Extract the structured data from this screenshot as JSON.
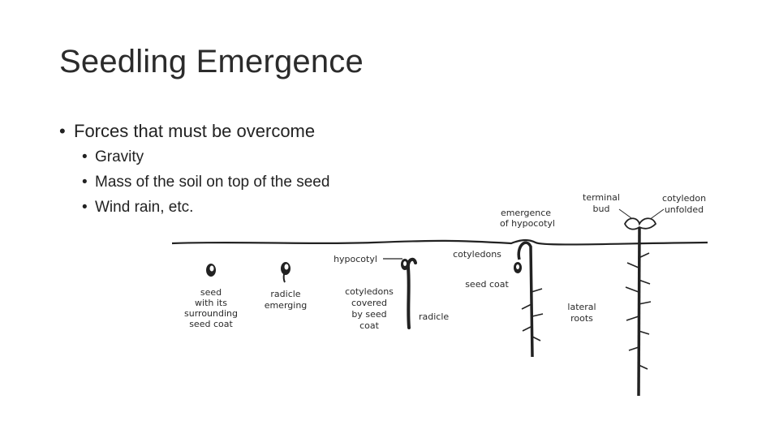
{
  "slide": {
    "title": "Seedling Emergence",
    "bullet": "Forces that must be overcome",
    "sub_bullets": [
      "Gravity",
      "Mass of the soil on top of the seed",
      "Wind rain, etc."
    ]
  },
  "diagram": {
    "labels": {
      "seed_line1": "seed",
      "seed_line2": "with its",
      "seed_line3": "surrounding",
      "seed_line4": "seed coat",
      "radicle_emerging_line1": "radicle",
      "radicle_emerging_line2": "emerging",
      "hypocotyl": "hypocotyl",
      "cotyledons_covered_line1": "cotyledons",
      "cotyledons_covered_line2": "covered",
      "cotyledons_covered_line3": "by seed",
      "cotyledons_covered_line4": "coat",
      "radicle": "radicle",
      "cotyledons": "cotyledons",
      "seed_coat": "seed coat",
      "emergence_line1": "emergence",
      "emergence_line2": "of hypocotyl",
      "terminal_bud_line1": "terminal",
      "terminal_bud_line2": "bud",
      "cotyledon_unfolded_line1": "cotyledon",
      "cotyledon_unfolded_line2": "unfolded",
      "lateral_roots_line1": "lateral",
      "lateral_roots_line2": "roots"
    }
  }
}
